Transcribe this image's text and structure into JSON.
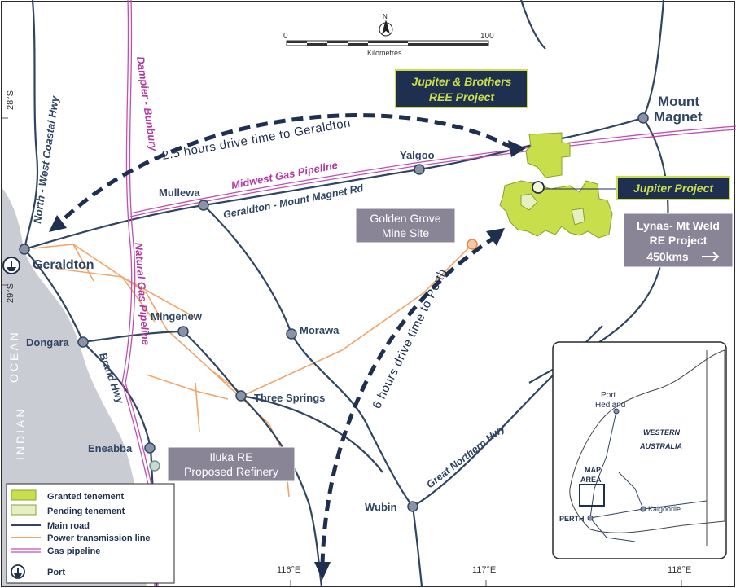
{
  "scale": {
    "zero": "0",
    "max": "100",
    "unit": "Kilometres"
  },
  "north": "N",
  "graticule": {
    "lat28": "28°S",
    "lat29": "29°S",
    "lon116": "116°E",
    "lon117": "117°E",
    "lon118": "118°E"
  },
  "ocean": {
    "line1": "INDIAN",
    "line2": "OCEAN"
  },
  "towns": {
    "geraldton": "Geraldton",
    "mullewa": "Mullewa",
    "yalgoo": "Yalgoo",
    "mount_magnet_1": "Mount",
    "mount_magnet_2": "Magnet",
    "mingenew": "Mingenew",
    "dongara": "Dongara",
    "morawa": "Morawa",
    "three_springs": "Three Springs",
    "eneabba": "Eneabba",
    "wubin": "Wubin"
  },
  "roads": {
    "nw_coastal": "North - West Coastal Hwy",
    "geraldton_mm": "Geraldton - Mount Magnet Rd",
    "brand": "Brand Hwy",
    "great_northern": "Great Northern Hwy"
  },
  "pipelines": {
    "dampier": "Dampier - Bunbury",
    "natural_gas": "Natural Gas Pipeline",
    "midwest": "Midwest Gas Pipeline"
  },
  "drive": {
    "geraldton": "2.5 hours drive time to Geraldton",
    "perth": "6 hours drive time to Perth"
  },
  "labels": {
    "jb_1": "Jupiter & Brothers",
    "jb_2": "REE Project",
    "jupiter": "Jupiter Project",
    "lynas_1": "Lynas- Mt Weld",
    "lynas_2": "RE Project",
    "lynas_3": "450kms",
    "golden_1": "Golden Grove",
    "golden_2": "Mine Site",
    "iluka_1": "Iluka RE",
    "iluka_2": "Proposed Refinery"
  },
  "inset": {
    "port_1": "Port",
    "port_2": "Hedland",
    "wa_1": "WESTERN",
    "wa_2": "AUSTRALIA",
    "area_1": "MAP",
    "area_2": "AREA",
    "kalgoorlie": "Kalgoorlie",
    "perth": "PERTH"
  },
  "legend": {
    "granted": "Granted tenement",
    "pending": "Pending tenement",
    "road": "Main road",
    "power": "Power transmission line",
    "gas": "Gas pipeline",
    "port": "Port"
  },
  "colors": {
    "navy": "#1e2f4f",
    "road": "#2f4563",
    "gas": "#c04fb0",
    "power": "#f0a56a",
    "granted": "#c8de4a",
    "pending": "#e6efc2",
    "ocean": "#c9cdd3",
    "callout": "#8a8497",
    "land": "#ffffff"
  }
}
